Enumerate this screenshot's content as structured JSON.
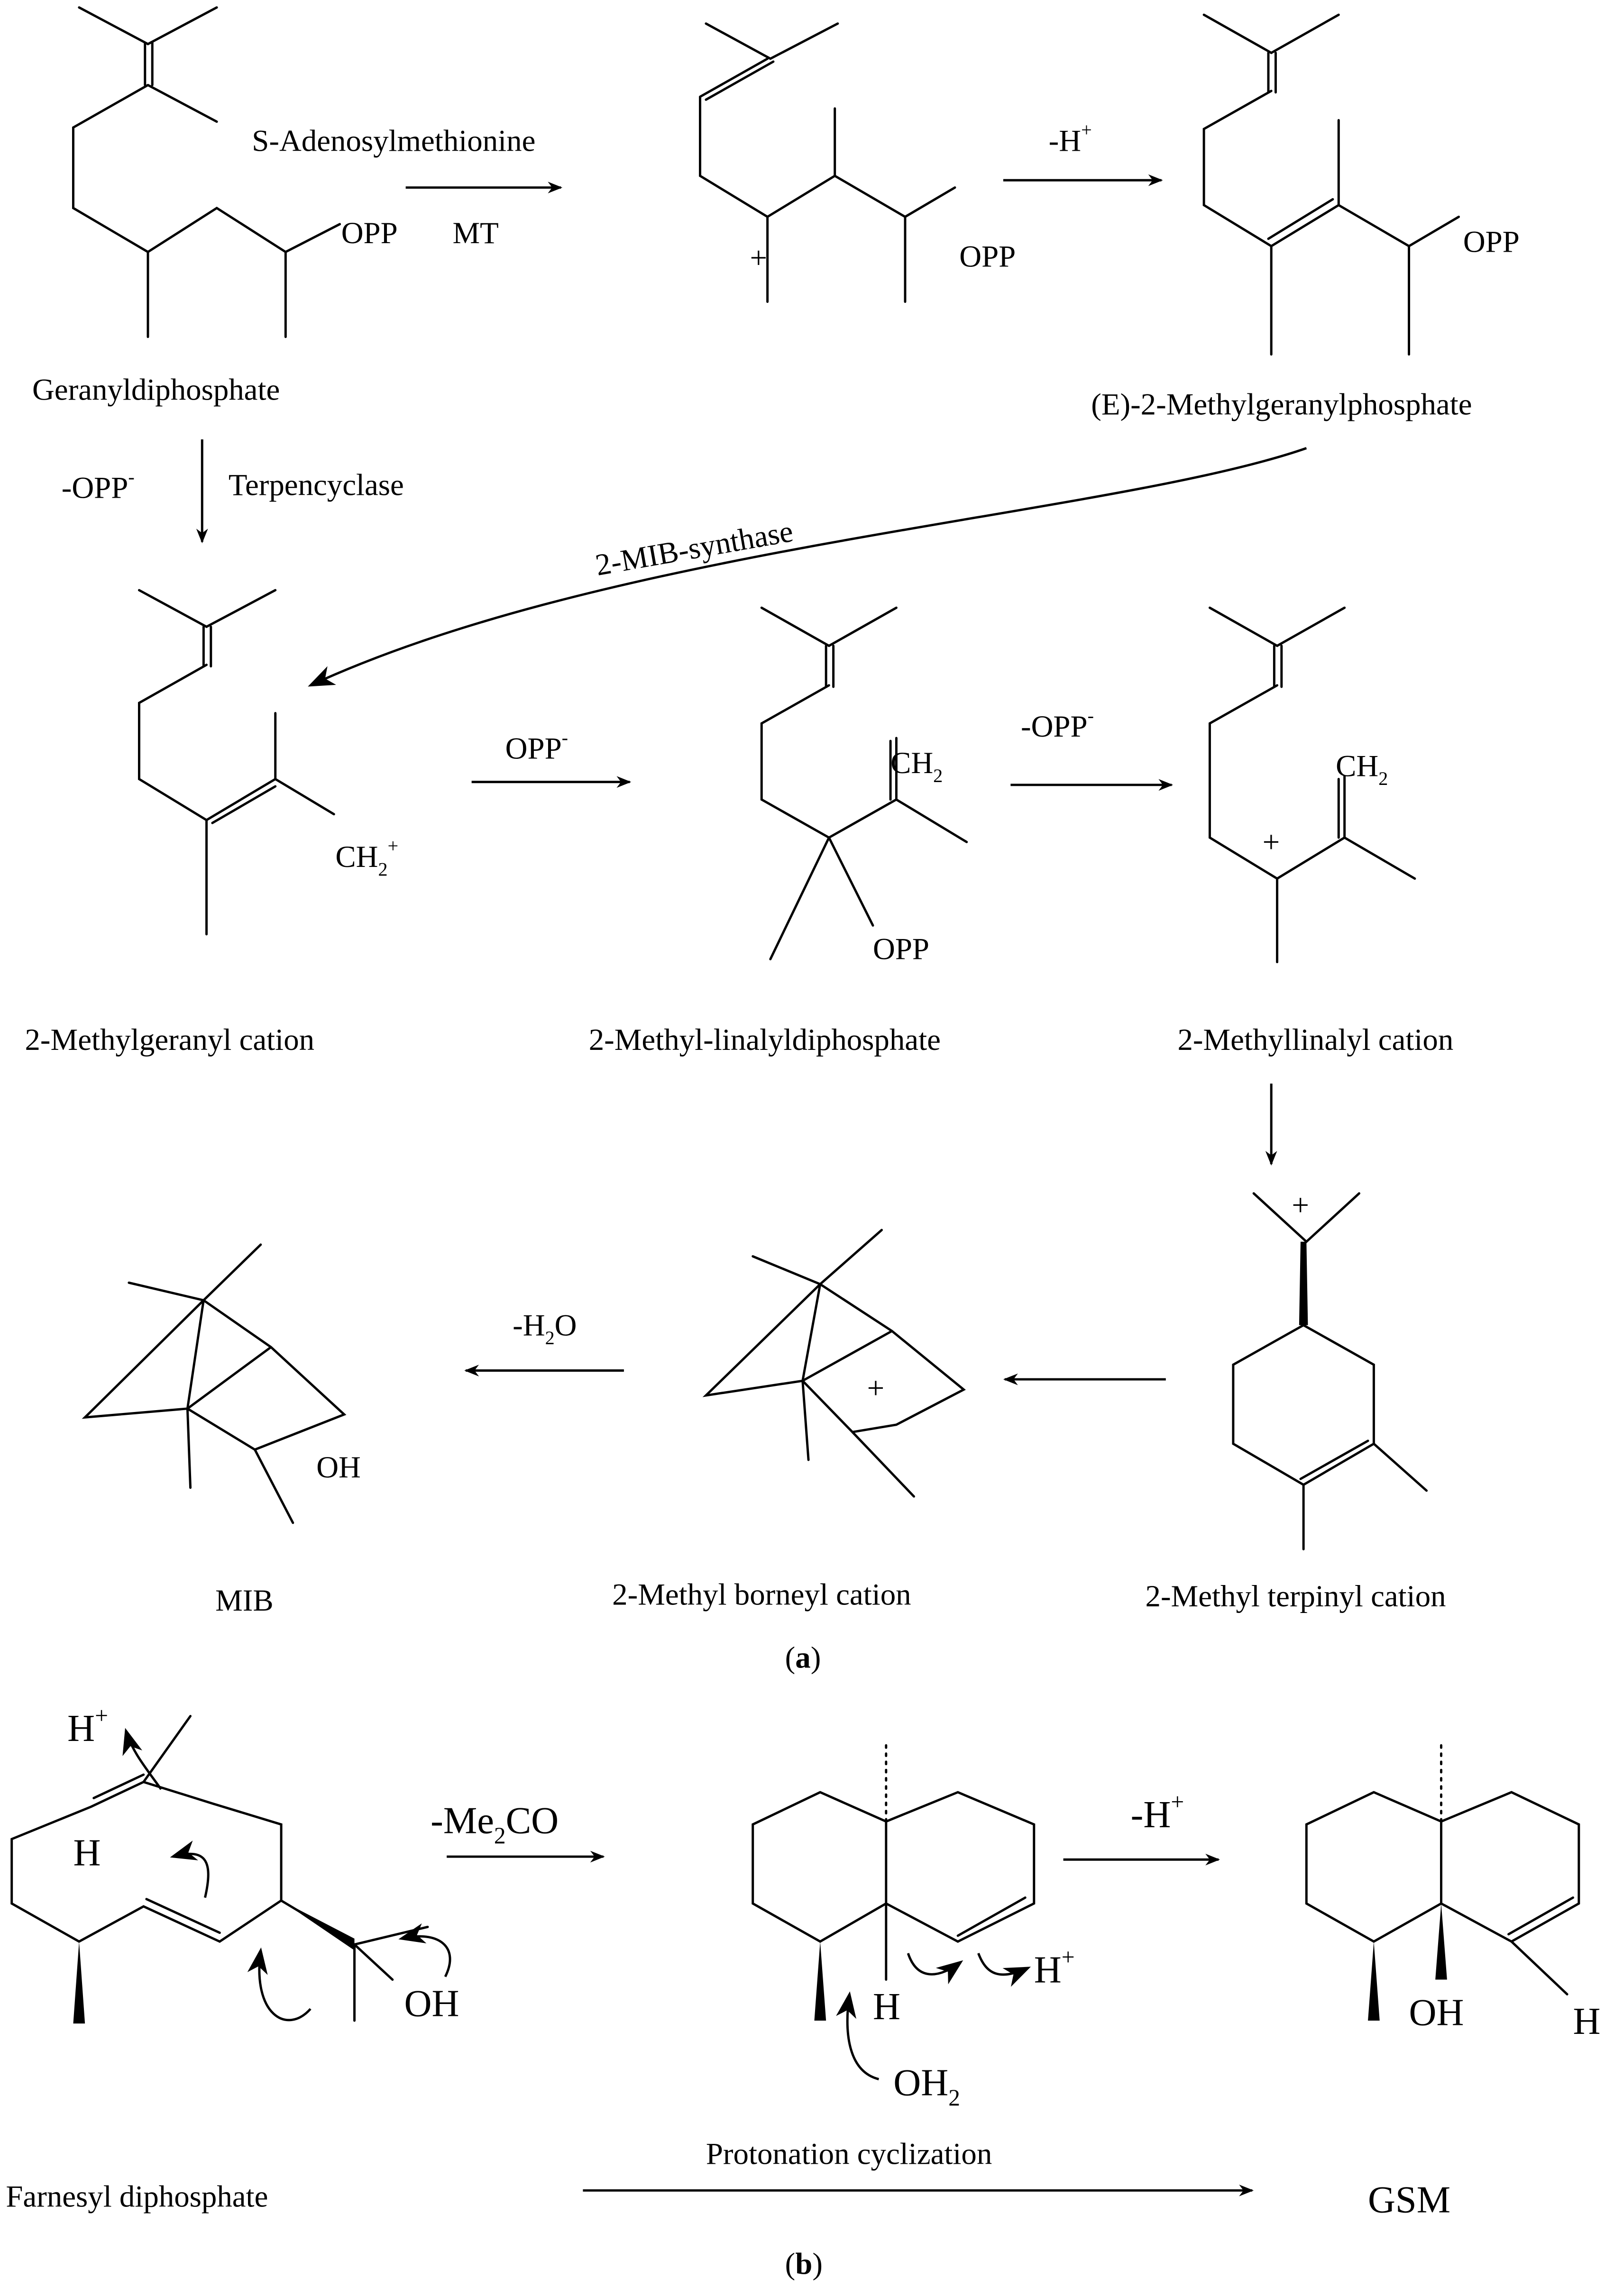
{
  "panel_a": {
    "tag_open": "(",
    "tag_letter": "a",
    "tag_close": ")",
    "compounds": {
      "geranyl": "Geranyldiphosphate",
      "methylgeranylphosphate": "(E)-2-Methylgeranylphosphate",
      "methylgeranyl_cation": "2-Methylgeranyl cation",
      "methyl_linalyl_dp": "2-Methyl-linalyldiphosphate",
      "methyllinalyl_cation": "2-Methyllinalyl cation",
      "terpinyl_cation": "2-Methyl terpinyl cation",
      "borneyl_cation": "2-Methyl borneyl cation",
      "mib": "MIB"
    },
    "reagents": {
      "sam": "S-Adenosylmethionine",
      "mt": "MT",
      "minus_h": "-H",
      "h_plus": "+",
      "minus_opp": "-OPP",
      "minus_sup": "-",
      "terpencyclase": "Terpencyclase",
      "mib_synthase": "2-MIB-synthase",
      "opp_minus": "OPP",
      "minus_h2o_prefix": "-H",
      "two": "2",
      "minus_h2o_suffix": "O"
    },
    "atoms": {
      "opp": "OPP",
      "oh": "OH",
      "ch2": "CH",
      "two": "2",
      "plus": "+"
    }
  },
  "panel_b": {
    "tag_open": "(",
    "tag_letter": "b",
    "tag_close": ")",
    "compounds": {
      "farnesyl": "Farnesyl diphosphate",
      "gsm": "GSM"
    },
    "reagents": {
      "me2co_prefix": "-Me",
      "two": "2",
      "me2co_suffix": "CO",
      "minus_h": "-H",
      "plus": "+",
      "protonation": "Protonation cyclization"
    },
    "atoms": {
      "h": "H",
      "plus": "+",
      "oh": "OH",
      "oh2_prefix": "OH",
      "two": "2"
    }
  }
}
